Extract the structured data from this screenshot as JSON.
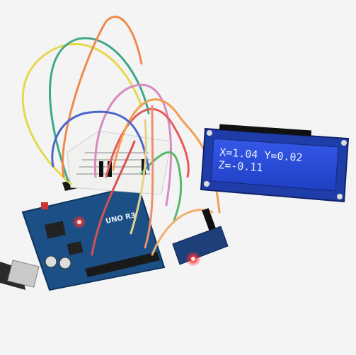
{
  "lcd": {
    "line1": "X=1.04  Y=0.02",
    "line2": "Z=-0.11"
  },
  "board": {
    "model_label": "UNO R3"
  },
  "colors": {
    "background": "#f4f4f4",
    "pcb": "#1b4f86",
    "lcd_screen": "#2a4fd6",
    "led_red": "#ff2a2a"
  }
}
